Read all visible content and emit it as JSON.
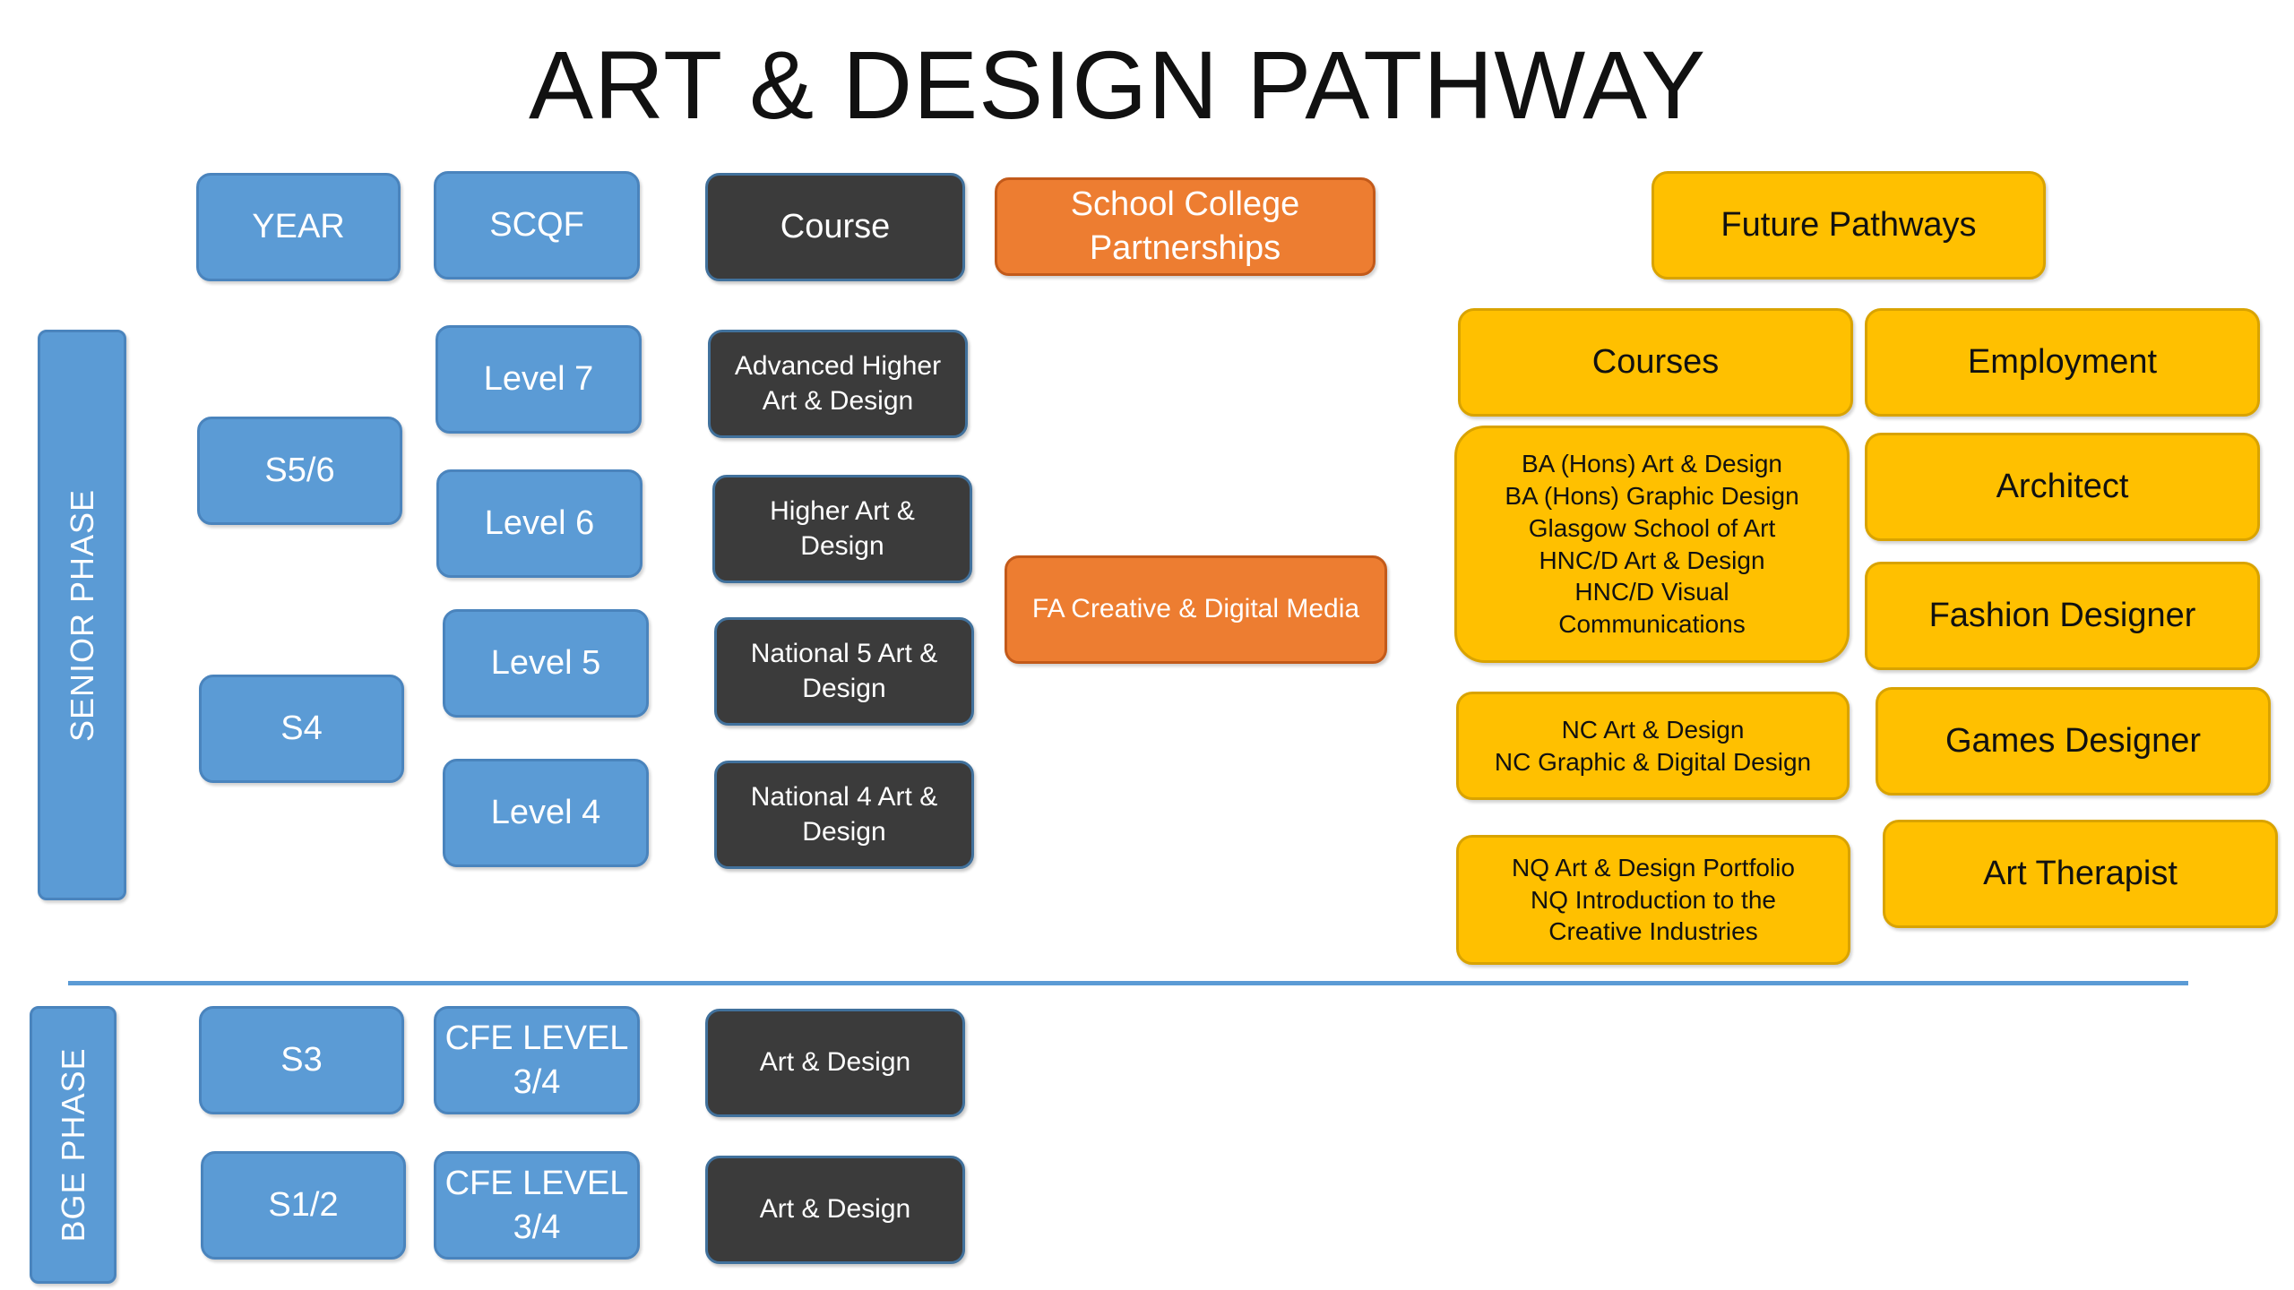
{
  "title": "ART & DESIGN PATHWAY",
  "headers": {
    "year": "YEAR",
    "scqf": "SCQF",
    "course": "Course",
    "partnerships": "School College\nPartnerships",
    "future": "Future Pathways"
  },
  "phases": {
    "senior": "SENIOR PHASE",
    "bge": "BGE PHASE"
  },
  "years": {
    "s56": "S5/6",
    "s4": "S4",
    "s3": "S3",
    "s12": "S1/2"
  },
  "levels": {
    "l7": "Level 7",
    "l6": "Level 6",
    "l5": "Level 5",
    "l4": "Level 4",
    "cfe1": "CFE LEVEL\n3/4",
    "cfe2": "CFE LEVEL\n3/4"
  },
  "courses": {
    "adv_higher": "Advanced Higher\nArt & Design",
    "higher": "Higher Art &\nDesign",
    "nat5": "National 5 Art &\nDesign",
    "nat4": "National 4 Art &\nDesign",
    "s3": "Art & Design",
    "s12": "Art & Design"
  },
  "partnership_course": "FA Creative & Digital Media",
  "future_pathways": {
    "courses_header": "Courses",
    "employment_header": "Employment",
    "course_groups": [
      "BA (Hons) Art & Design\nBA (Hons) Graphic Design\nGlasgow School of Art\nHNC/D Art & Design\nHNC/D Visual\nCommunications",
      "NC Art & Design\nNC Graphic & Digital Design",
      "NQ Art & Design Portfolio\nNQ Introduction to the\nCreative Industries"
    ],
    "jobs": [
      "Architect",
      "Fashion Designer",
      "Games Designer",
      "Art Therapist"
    ]
  },
  "colors": {
    "blue": "#5b9bd5",
    "dark": "#3b3b3b",
    "orange": "#ed7d31",
    "gold": "#ffc000"
  }
}
